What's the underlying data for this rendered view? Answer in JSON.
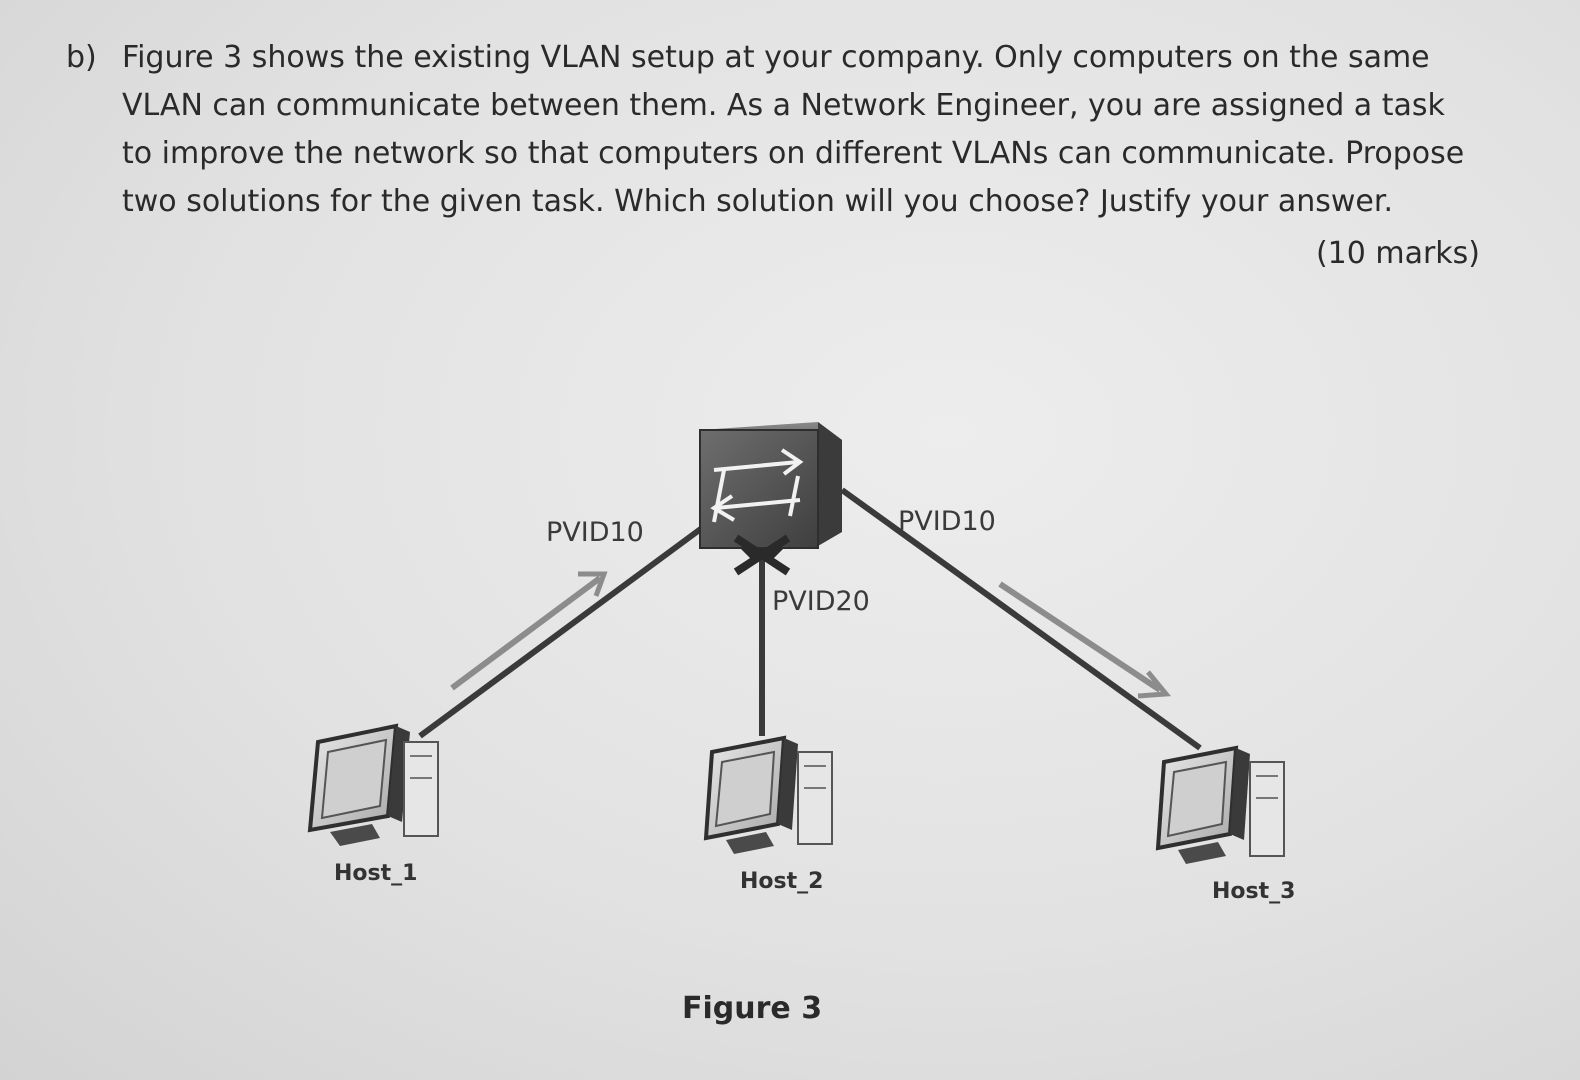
{
  "question": {
    "marker": "b)",
    "lines": [
      "Figure 3 shows the existing VLAN setup at your company. Only computers on the same",
      "VLAN can communicate between them. As a Network Engineer, you are assigned a task",
      "to improve the network so that computers on different VLANs can communicate. Propose",
      "two solutions for the given task. Which solution will you choose? Justify your answer."
    ],
    "marks": "(10 marks)"
  },
  "figure": {
    "links": {
      "left_label": "PVID10",
      "middle_label": "PVID20",
      "right_label": "PVID10"
    },
    "hosts": {
      "host1": "Host_1",
      "host2": "Host_2",
      "host3": "Host_3"
    },
    "caption": "Figure 3"
  }
}
